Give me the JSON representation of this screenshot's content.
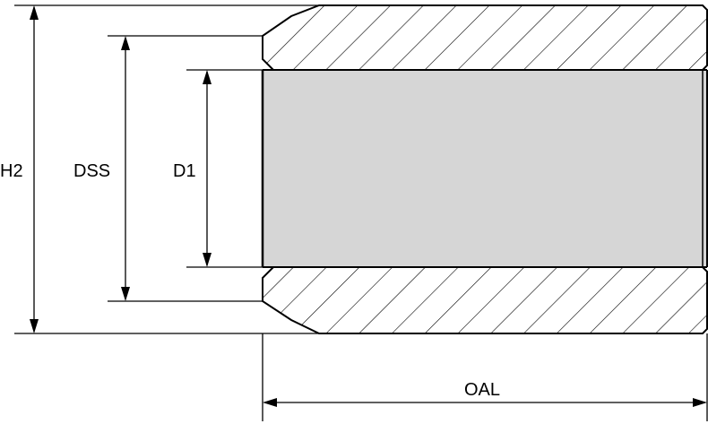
{
  "labels": {
    "h2": "H2",
    "dss": "DSS",
    "d1": "D1",
    "oal": "OAL"
  },
  "colors": {
    "line": "#000000",
    "bore_fill": "#d6d6d6",
    "section_fill": "#ffffff",
    "hatch": "#000000"
  }
}
